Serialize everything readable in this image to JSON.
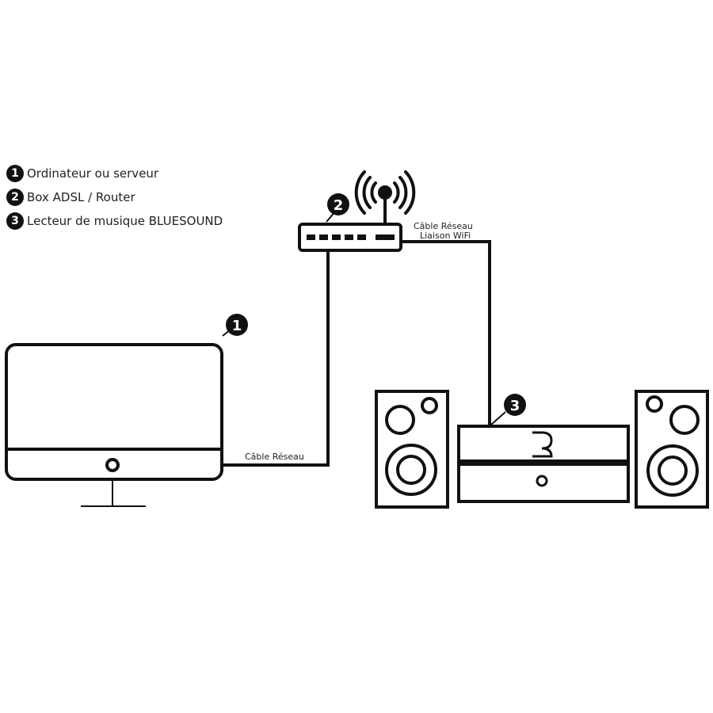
{
  "legend": [
    {
      "num": "1",
      "text": "Ordinateur ou serveur"
    },
    {
      "num": "2",
      "text": "Box ADSL / Router"
    },
    {
      "num": "3",
      "text": "Lecteur de musique BLUESOUND"
    }
  ],
  "badges": {
    "computer": "1",
    "router": "2",
    "player": "3"
  },
  "labels": {
    "cable_computer": "Câble Réseau",
    "cable_player": "Câble Réseau",
    "wifi": "Liaison WiFi"
  },
  "colors": {
    "stroke": "#111111",
    "background": "#ffffff"
  },
  "icons": [
    "computer-monitor-icon",
    "router-icon",
    "wifi-antenna-icon",
    "speaker-icon",
    "bluesound-player-icon"
  ]
}
